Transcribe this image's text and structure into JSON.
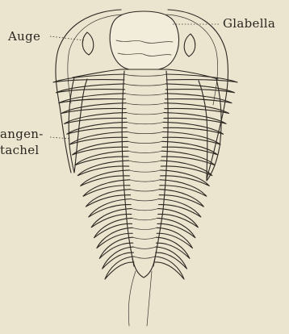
{
  "labels": {
    "auge": "Auge",
    "glabella": "Glabella",
    "wangenstachel_line1": "angen-",
    "wangenstachel_line2": "tachel"
  },
  "colors": {
    "paper": "#ebe4cf",
    "ink": "#2b2721"
  }
}
